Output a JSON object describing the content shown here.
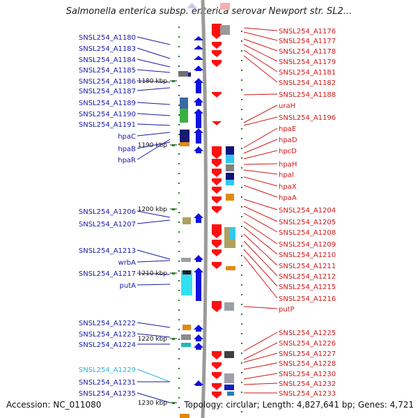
{
  "title": "Salmonella enterica subsp. enterica serovar Newport str. SL2...",
  "footer": {
    "accession": "Accession: NC_011080",
    "stats": "Topology: circular; Length: 4,827,641 bp; Genes: 4,721"
  },
  "colors": {
    "left_label": "#1a1aa6",
    "right_label": "#d01818",
    "highlight_label": "#2ab8e0",
    "backbone": "#9a9a9a",
    "forward_arrow": "#1010e0",
    "reverse_arrow": "#ff1010",
    "tick": "#208020"
  },
  "scale_ticks": [
    "1180 kbp",
    "1190 kbp",
    "1200 kbp",
    "1210 kbp",
    "1220 kbp",
    "1230 kbp"
  ],
  "left_labels": [
    "SNSL254_A1180",
    "SNSL254_A1183",
    "SNSL254_A1184",
    "SNSL254_A1185",
    "SNSL254_A1186",
    "SNSL254_A1187",
    "SNSL254_A1189",
    "SNSL254_A1190",
    "SNSL254_A1191",
    "hpaC",
    "hpaB",
    "hpaR",
    "SNSL254_A1206",
    "SNSL254_A1207",
    "SNSL254_A1213",
    "wrbA",
    "SNSL254_A1217",
    "putA",
    "SNSL254_A1222",
    "SNSL254_A1223",
    "SNSL254_A1224",
    "SNSL254_A1229",
    "SNSL254_A1231",
    "SNSL254_A1235"
  ],
  "right_labels": [
    "SNSL254_A1176",
    "SNSL254_A1177",
    "SNSL254_A1178",
    "SNSL254_A1179",
    "SNSL254_A1181",
    "SNSL254_A1182",
    "SNSL254_A1188",
    "uraH",
    "SNSL254_A1196",
    "hpaE",
    "hpaD",
    "hpcD",
    "hpaH",
    "hpaI",
    "hpaX",
    "hpaA",
    "SNSL254_A1204",
    "SNSL254_A1205",
    "SNSL254_A1208",
    "SNSL254_A1209",
    "SNSL254_A1210",
    "SNSL254_A1211",
    "SNSL254_A1212",
    "SNSL254_A1215",
    "SNSL254_A1216",
    "putP",
    "SNSL254_A1225",
    "SNSL254_A1226",
    "SNSL254_A1227",
    "SNSL254_A1228",
    "SNSL254_A1230",
    "SNSL254_A1232",
    "SNSL254_A1233"
  ]
}
